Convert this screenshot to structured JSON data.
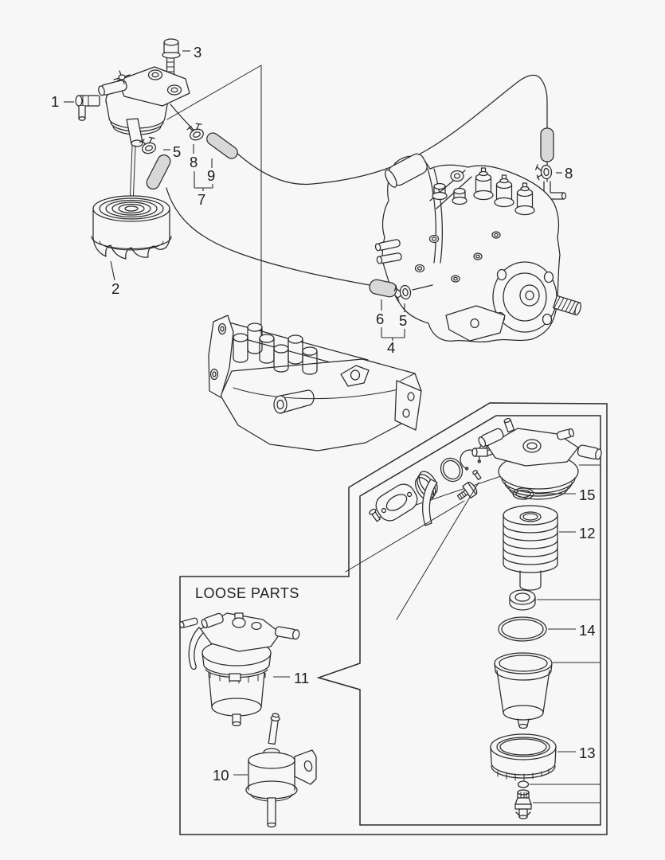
{
  "figure": {
    "background": "#f7f7f7",
    "line_color": "#2b2b2b",
    "hose_fill": "#d8d8d8",
    "label_color": "#1c1c1c"
  },
  "loose_parts": {
    "title": "LOOSE PARTS"
  },
  "callouts": {
    "n1": "1",
    "n2": "2",
    "n3": "3",
    "n4": "4",
    "n5": "5",
    "n6": "6",
    "n7": "7",
    "n8": "8",
    "n9": "9",
    "n10": "10",
    "n11": "11",
    "n12": "12",
    "n13": "13",
    "n14": "14",
    "n15": "15"
  }
}
